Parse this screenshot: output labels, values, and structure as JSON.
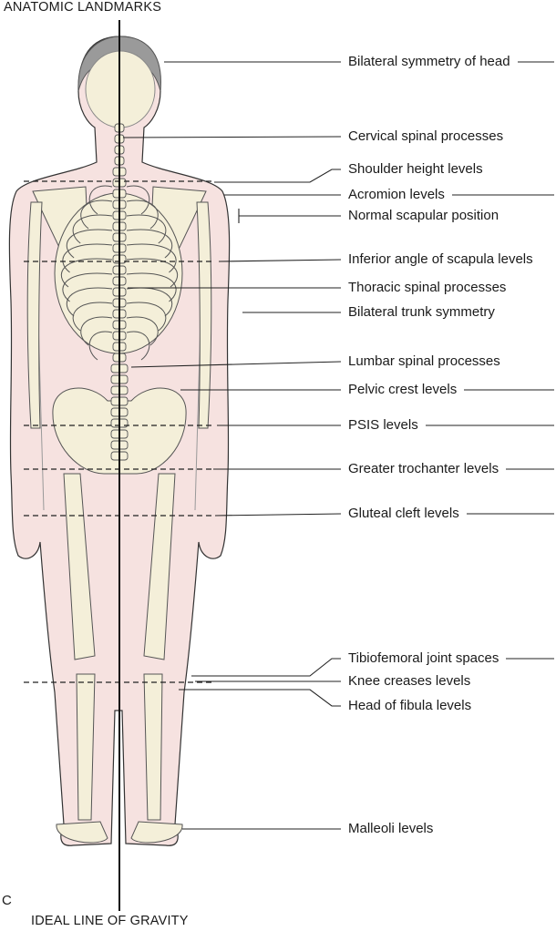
{
  "header": {
    "title": "ANATOMIC LANDMARKS"
  },
  "footer": {
    "caption": "IDEAL LINE OF GRAVITY",
    "panel_letter": "C"
  },
  "colors": {
    "skin": "#f6e2e0",
    "bone": "#f4efd9",
    "hair": "#9a9a9a",
    "line": "#222222"
  },
  "landmarks": [
    "Bilateral symmetry of head",
    "Cervical spinal processes",
    "Shoulder height levels",
    "Acromion levels",
    "Normal scapular position",
    "Inferior angle of scapula levels",
    "Thoracic spinal processes",
    "Bilateral trunk symmetry",
    "Lumbar spinal processes",
    "Pelvic crest levels",
    "PSIS levels",
    "Greater trochanter levels",
    "Gluteal cleft levels",
    "Tibiofemoral joint spaces",
    "Knee creases levels",
    "Head of fibula levels",
    "Malleoli levels"
  ]
}
